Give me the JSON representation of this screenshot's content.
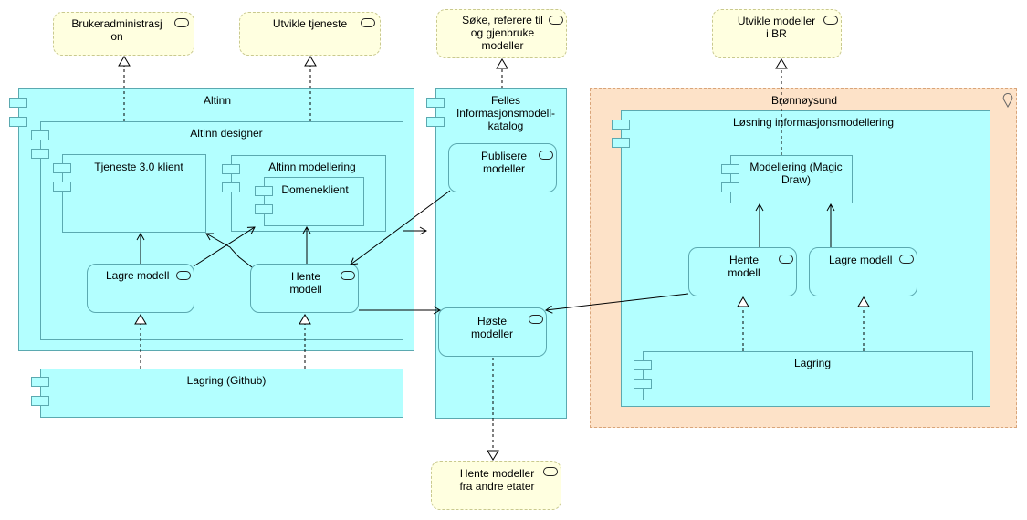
{
  "services": {
    "brukeradministrasjon": "Brukeradministrasj\non",
    "utvikle_tjeneste": "Utvikle tjeneste",
    "soke_referere": "Søke, referere til\nog gjenbruke\nmodeller",
    "utvikle_modeller_br": "Utvikle modeller\ni BR",
    "hente_modeller_andre": "Hente modeller\nfra andre etater"
  },
  "regions": {
    "bronnoysund": "Brønnøysund"
  },
  "components": {
    "altinn": "Altinn",
    "altinn_designer": "Altinn designer",
    "tjeneste_klient": "Tjeneste 3.0 klient",
    "altinn_modellering": "Altinn modellering",
    "domeneklient": "Domeneklient",
    "lagring_github": "Lagring (Github)",
    "felles_katalog": "Felles\nInformasjonsmodell-\nkatalog",
    "losning_info": "Løsning informasjonsmodellering",
    "modellering_magic": "Modellering (Magic\nDraw)",
    "lagring_br": "Lagring"
  },
  "functions": {
    "lagre_modell_altinn": "Lagre modell",
    "hente_modell_altinn": "Hente\nmodell",
    "publisere_modeller": "Publisere\nmodeller",
    "hoste_modeller": "Høste\nmodeller",
    "hente_modell_br": "Hente\nmodell",
    "lagre_modell_br": "Lagre modell"
  },
  "colors": {
    "component_fill": "#b3ffff",
    "service_fill": "#ffffe0",
    "region_fill": "#fde2c8"
  }
}
